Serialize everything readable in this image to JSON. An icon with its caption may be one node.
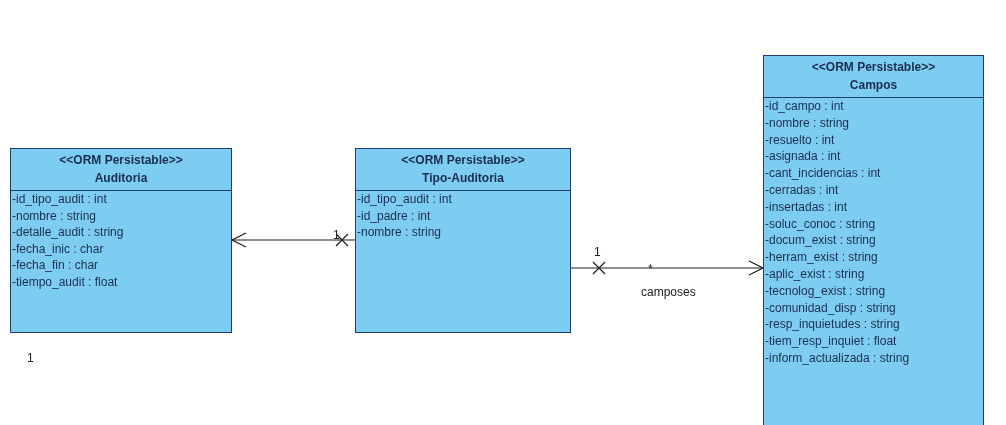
{
  "diagram": {
    "nodes": [
      {
        "text": [
          "<<ORM Persistable>>",
          "Auditoria",
          "-id_tipo_audit : int",
          "-nombre : string",
          "-detalle_audit : string",
          "-fecha_inic : char",
          "-fecha_fin : char",
          "-tiempo_audit : float"
        ]
      },
      {
        "text": [
          "<<ORM Persistable>>",
          "Tipo-Auditoria",
          "-id_tipo_audit : int",
          "-id_padre : int",
          "-nombre : string"
        ]
      },
      {
        "text": [
          "<<ORM Persistable>>",
          "Campos",
          "-id_campo : int",
          "-nombre : string",
          "-resuelto : int",
          "-asignada : int",
          "-cant_incidencias : int",
          "-cerradas : int",
          "-insertadas : int",
          "-soluc_conoc : string",
          "-docum_exist : string",
          "-herram_exist : string",
          "-aplic_exist : string",
          "-tecnolog_exist : string",
          "-comunidad_disp : string",
          "-resp_inquietudes : string",
          "-tiem_resp_inquiet : float",
          "-inform_actualizada : string"
        ]
      }
    ],
    "edges": [
      {
        "from": 1,
        "to": 0,
        "arrow": "to"
      },
      {
        "from": 1,
        "to": 2,
        "arrow": "to",
        "label": "camposes"
      }
    ],
    "labels": [
      "1",
      "1",
      "*",
      "1"
    ]
  }
}
